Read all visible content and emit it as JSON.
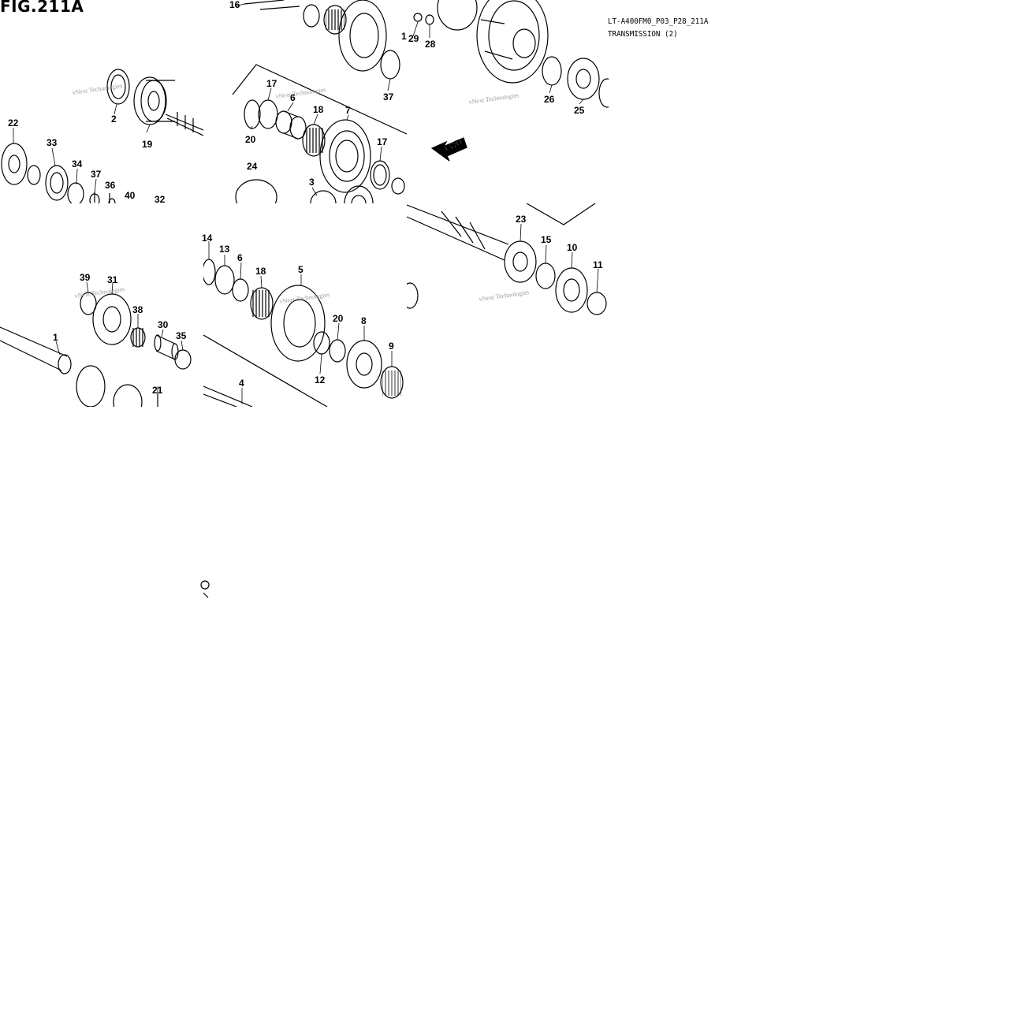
{
  "figure": {
    "title": "FIG.211A",
    "code": "LT-A400FM0_P03_P28_211A",
    "name": "TRANSMISSION (2)",
    "direction_label": "FWD",
    "watermark": "vNext Technologies"
  },
  "callouts": [
    {
      "id": "16"
    },
    {
      "id": "1"
    },
    {
      "id": "29"
    },
    {
      "id": "28"
    },
    {
      "id": "2"
    },
    {
      "id": "19"
    },
    {
      "id": "22"
    },
    {
      "id": "33"
    },
    {
      "id": "34"
    },
    {
      "id": "37"
    },
    {
      "id": "36"
    },
    {
      "id": "40"
    },
    {
      "id": "32"
    },
    {
      "id": "17"
    },
    {
      "id": "6"
    },
    {
      "id": "18"
    },
    {
      "id": "7"
    },
    {
      "id": "20"
    },
    {
      "id": "24"
    },
    {
      "id": "3"
    },
    {
      "id": "26"
    },
    {
      "id": "25"
    },
    {
      "id": "23"
    },
    {
      "id": "15"
    },
    {
      "id": "10"
    },
    {
      "id": "11"
    },
    {
      "id": "14"
    },
    {
      "id": "13"
    },
    {
      "id": "5"
    },
    {
      "id": "8"
    },
    {
      "id": "9"
    },
    {
      "id": "12"
    },
    {
      "id": "39"
    },
    {
      "id": "31"
    },
    {
      "id": "38"
    },
    {
      "id": "30"
    },
    {
      "id": "35"
    },
    {
      "id": "21"
    },
    {
      "id": "4"
    }
  ]
}
